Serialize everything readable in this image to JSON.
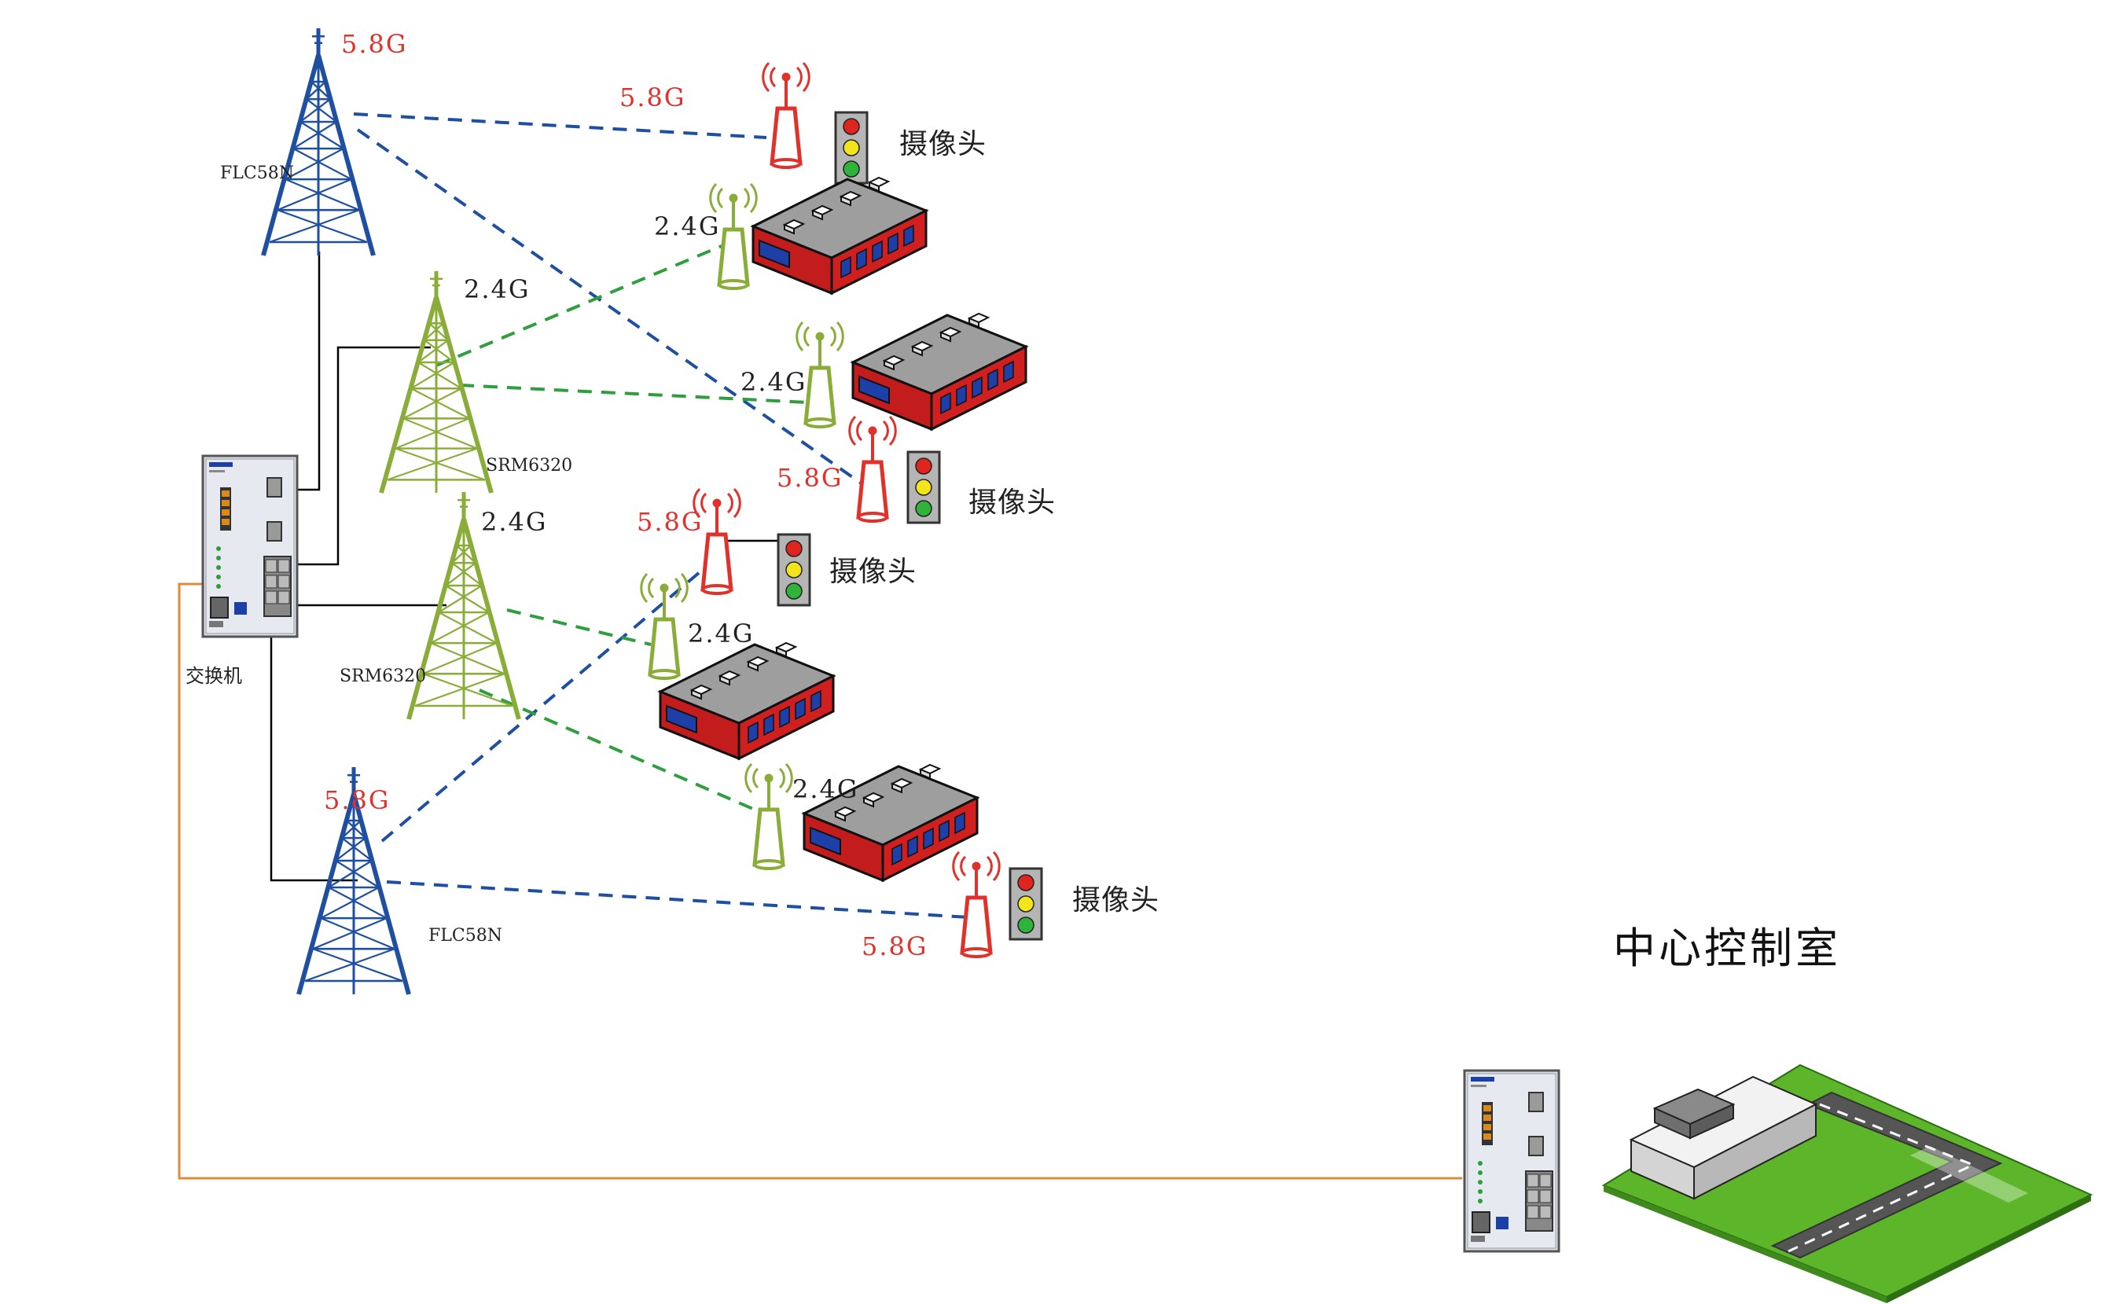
{
  "labels": {
    "freq_58": "5.8G",
    "freq_24": "2.4G",
    "camera": "摄像头",
    "tower_flc": "FLC58N",
    "tower_srm": "SRM6320",
    "switch": "交换机",
    "control_room": "中心控制室"
  },
  "colors": {
    "tower_blue": "#1f4fa0",
    "tower_green": "#8aad3a",
    "link_blue": "#1f4fa0",
    "link_green": "#2e9e3e",
    "cable_black": "#000000",
    "cable_orange": "#e08a3c",
    "antenna_red": "#e0312b",
    "antenna_green": "#8aad3a",
    "train_red": "#d01f1f",
    "train_roof": "#9a9a9a",
    "window_blue": "#1c3fa8",
    "label_red": "#e0312b",
    "grass": "#5db52a"
  }
}
